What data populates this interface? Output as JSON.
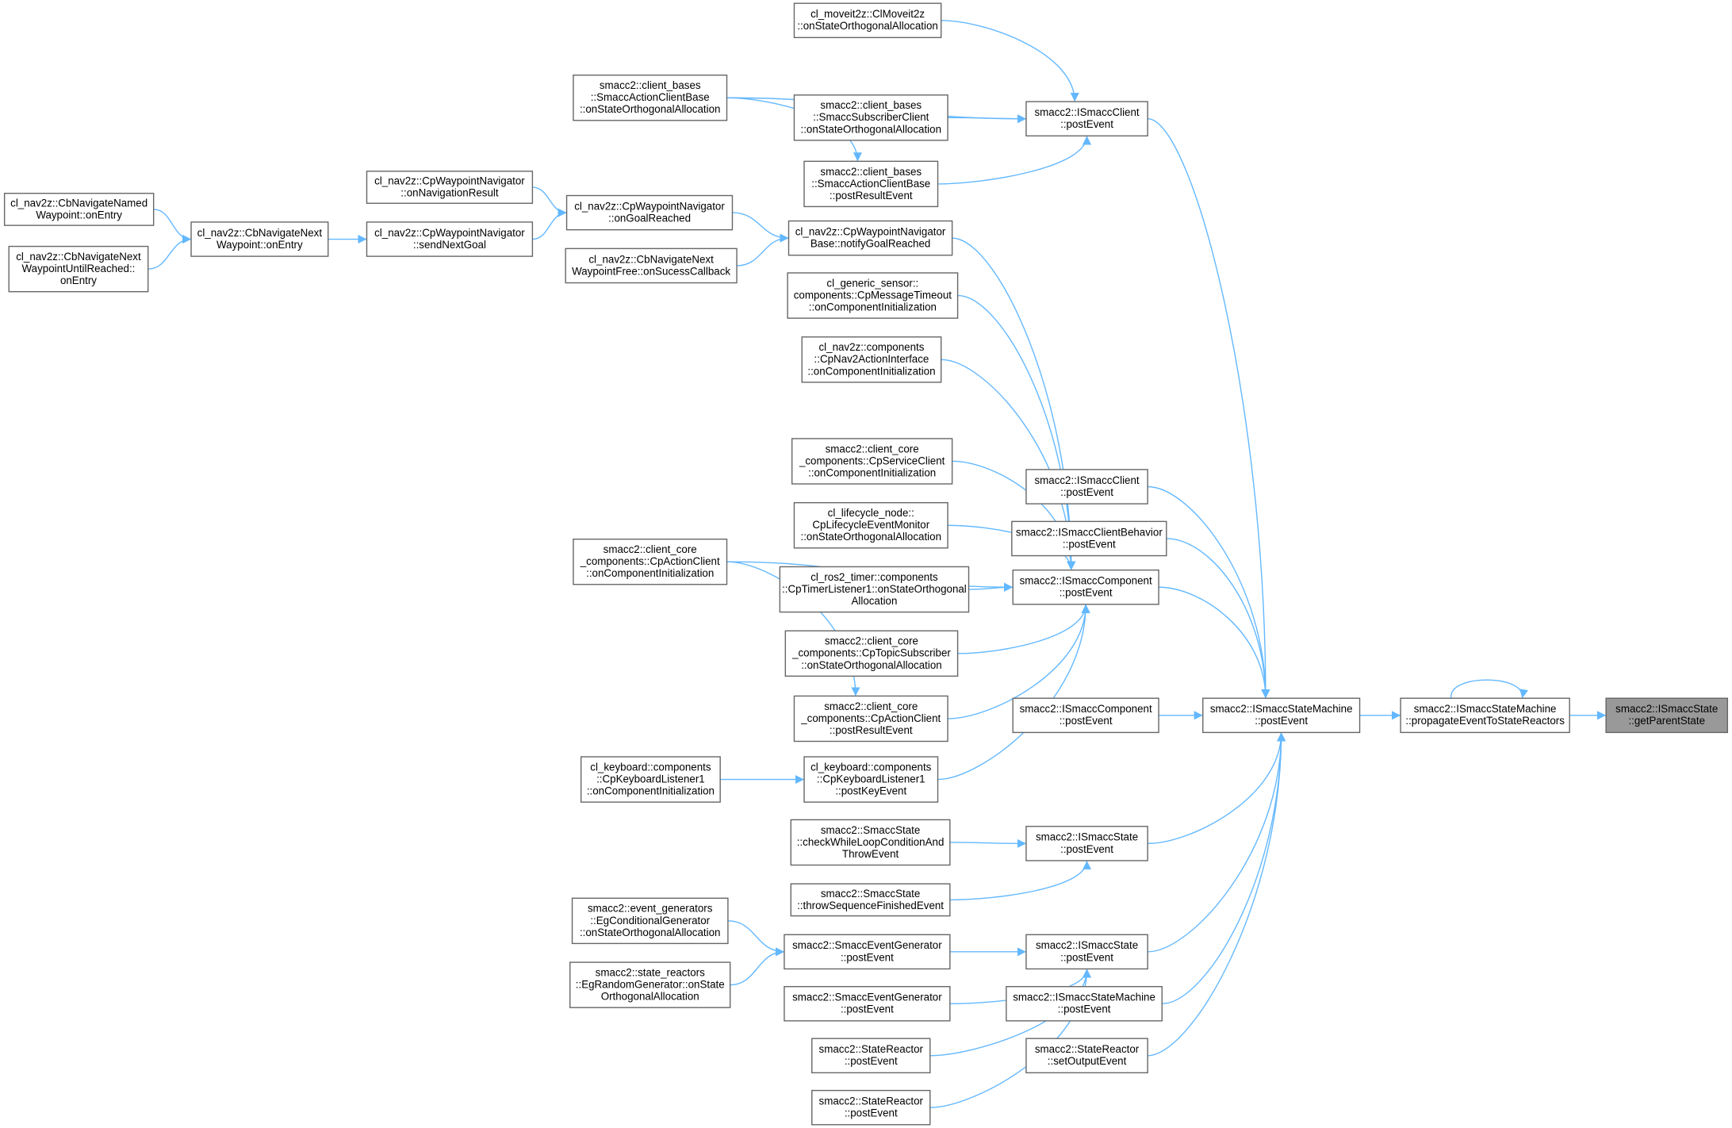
{
  "title": "Caller graph for smacc2::ISmaccState::getParentState",
  "colors": {
    "edge": "#63b8ff",
    "border": "#666666",
    "selected_fill": "#999999"
  },
  "nodes": [
    {
      "id": "moveit",
      "lines": [
        "cl_moveit2z::ClMoveit2z",
        "::onStateOrthogonalAllocation"
      ]
    },
    {
      "id": "acb_osa",
      "lines": [
        "smacc2::client_bases",
        "::SmaccActionClientBase",
        "::onStateOrthogonalAllocation"
      ]
    },
    {
      "id": "sub_osa",
      "lines": [
        "smacc2::client_bases",
        "::SmaccSubscriberClient",
        "::onStateOrthogonalAllocation"
      ]
    },
    {
      "id": "isc1",
      "lines": [
        "smacc2::ISmaccClient",
        "::postEvent"
      ]
    },
    {
      "id": "acb_pre",
      "lines": [
        "smacc2::client_bases",
        "::SmaccActionClientBase",
        "::postResultEvent"
      ]
    },
    {
      "id": "wpnav_nr",
      "lines": [
        "cl_nav2z::CpWaypointNavigator",
        "::onNavigationResult"
      ]
    },
    {
      "id": "named",
      "lines": [
        "cl_nav2z::CbNavigateNamed",
        "Waypoint::onEntry"
      ]
    },
    {
      "id": "ongoal",
      "lines": [
        "cl_nav2z::CpWaypointNavigator",
        "::onGoalReached"
      ]
    },
    {
      "id": "nextwp",
      "lines": [
        "cl_nav2z::CbNavigateNext",
        "Waypoint::onEntry"
      ]
    },
    {
      "id": "sendnext",
      "lines": [
        "cl_nav2z::CpWaypointNavigator",
        "::sendNextGoal"
      ]
    },
    {
      "id": "notify",
      "lines": [
        "cl_nav2z::CpWaypointNavigator",
        "Base::notifyGoalReached"
      ]
    },
    {
      "id": "free",
      "lines": [
        "cl_nav2z::CbNavigateNext",
        "WaypointFree::onSucessCallback"
      ]
    },
    {
      "id": "untilreached",
      "lines": [
        "cl_nav2z::CbNavigateNext",
        "WaypointUntilReached::",
        "onEntry"
      ]
    },
    {
      "id": "msgtimeout",
      "lines": [
        "cl_generic_sensor::",
        "components::CpMessageTimeout",
        "::onComponentInitialization"
      ]
    },
    {
      "id": "nav2ai",
      "lines": [
        "cl_nav2z::components",
        "::CpNav2ActionInterface",
        "::onComponentInitialization"
      ]
    },
    {
      "id": "srvclient",
      "lines": [
        "smacc2::client_core",
        "_components::CpServiceClient",
        "::onComponentInitialization"
      ]
    },
    {
      "id": "lifecycle",
      "lines": [
        "cl_lifecycle_node::",
        "CpLifecycleEventMonitor",
        "::onStateOrthogonalAllocation"
      ]
    },
    {
      "id": "acclient_init",
      "lines": [
        "smacc2::client_core",
        "_components::CpActionClient",
        "::onComponentInitialization"
      ]
    },
    {
      "id": "isc2",
      "lines": [
        "smacc2::ISmaccClient",
        "::postEvent"
      ]
    },
    {
      "id": "iscb",
      "lines": [
        "smacc2::ISmaccClientBehavior",
        "::postEvent"
      ]
    },
    {
      "id": "timer",
      "lines": [
        "cl_ros2_timer::components",
        "::CpTimerListener1::onStateOrthogonal",
        "Allocation"
      ]
    },
    {
      "id": "icomp",
      "lines": [
        "smacc2::ISmaccComponent",
        "::postEvent"
      ]
    },
    {
      "id": "topicsub",
      "lines": [
        "smacc2::client_core",
        "_components::CpTopicSubscriber",
        "::onStateOrthogonalAllocation"
      ]
    },
    {
      "id": "acclient_pre",
      "lines": [
        "smacc2::client_core",
        "_components::CpActionClient",
        "::postResultEvent"
      ]
    },
    {
      "id": "icomp2",
      "lines": [
        "smacc2::ISmaccComponent",
        "::postEvent"
      ]
    },
    {
      "id": "ism",
      "lines": [
        "smacc2::ISmaccStateMachine",
        "::postEvent"
      ]
    },
    {
      "id": "prop",
      "lines": [
        "smacc2::ISmaccStateMachine",
        "::propagateEventToStateReactors"
      ]
    },
    {
      "id": "getparent",
      "lines": [
        "smacc2::ISmaccState",
        "::getParentState"
      ],
      "selected": true
    },
    {
      "id": "kb_init",
      "lines": [
        "cl_keyboard::components",
        "::CpKeyboardListener1",
        "::onComponentInitialization"
      ]
    },
    {
      "id": "kb_post",
      "lines": [
        "cl_keyboard::components",
        "::CpKeyboardListener1",
        "::postKeyEvent"
      ]
    },
    {
      "id": "ss_check",
      "lines": [
        "smacc2::SmaccState",
        "::checkWhileLoopConditionAnd",
        "ThrowEvent"
      ]
    },
    {
      "id": "istate1",
      "lines": [
        "smacc2::ISmaccState",
        "::postEvent"
      ]
    },
    {
      "id": "ss_throw",
      "lines": [
        "smacc2::SmaccState",
        "::throwSequenceFinishedEvent"
      ]
    },
    {
      "id": "eg_cond",
      "lines": [
        "smacc2::event_generators",
        "::EgConditionalGenerator",
        "::onStateOrthogonalAllocation"
      ]
    },
    {
      "id": "seg1",
      "lines": [
        "smacc2::SmaccEventGenerator",
        "::postEvent"
      ]
    },
    {
      "id": "istate2",
      "lines": [
        "smacc2::ISmaccState",
        "::postEvent"
      ]
    },
    {
      "id": "random",
      "lines": [
        "smacc2::state_reactors",
        "::EgRandomGenerator::onState",
        "OrthogonalAllocation"
      ]
    },
    {
      "id": "seg2",
      "lines": [
        "smacc2::SmaccEventGenerator",
        "::postEvent"
      ]
    },
    {
      "id": "ismp",
      "lines": [
        "smacc2::ISmaccStateMachine",
        "::postEvent"
      ]
    },
    {
      "id": "sr1",
      "lines": [
        "smacc2::StateReactor",
        "::postEvent"
      ]
    },
    {
      "id": "setout",
      "lines": [
        "smacc2::StateReactor",
        "::setOutputEvent"
      ]
    },
    {
      "id": "sr2",
      "lines": [
        "smacc2::StateReactor",
        "::postEvent"
      ]
    }
  ],
  "edges": [
    [
      "moveit",
      "isc1"
    ],
    [
      "acb_osa",
      "isc1"
    ],
    [
      "sub_osa",
      "isc1"
    ],
    [
      "acb_pre",
      "isc1"
    ],
    [
      "acb_osa",
      "acb_pre"
    ],
    [
      "wpnav_nr",
      "ongoal"
    ],
    [
      "sendnext",
      "ongoal"
    ],
    [
      "named",
      "nextwp"
    ],
    [
      "untilreached",
      "nextwp"
    ],
    [
      "nextwp",
      "sendnext"
    ],
    [
      "ongoal",
      "notify"
    ],
    [
      "free",
      "notify"
    ],
    [
      "notify",
      "icomp"
    ],
    [
      "msgtimeout",
      "icomp"
    ],
    [
      "nav2ai",
      "icomp"
    ],
    [
      "acclient_init",
      "icomp"
    ],
    [
      "srvclient",
      "icomp"
    ],
    [
      "lifecycle",
      "icomp"
    ],
    [
      "timer",
      "icomp"
    ],
    [
      "topicsub",
      "icomp"
    ],
    [
      "acclient_pre",
      "icomp"
    ],
    [
      "kb_post",
      "icomp"
    ],
    [
      "acclient_init",
      "acclient_pre"
    ],
    [
      "kb_init",
      "kb_post"
    ],
    [
      "isc1",
      "ism"
    ],
    [
      "isc2",
      "ism"
    ],
    [
      "iscb",
      "ism"
    ],
    [
      "icomp",
      "ism"
    ],
    [
      "icomp2",
      "ism"
    ],
    [
      "istate1",
      "ism"
    ],
    [
      "istate2",
      "ism"
    ],
    [
      "ismp",
      "ism"
    ],
    [
      "setout",
      "ism"
    ],
    [
      "ism",
      "prop"
    ],
    [
      "prop",
      "prop"
    ],
    [
      "prop",
      "getparent"
    ],
    [
      "ss_check",
      "istate1"
    ],
    [
      "ss_throw",
      "istate1"
    ],
    [
      "eg_cond",
      "seg1"
    ],
    [
      "random",
      "seg1"
    ],
    [
      "seg1",
      "istate2"
    ],
    [
      "seg2",
      "istate2"
    ],
    [
      "sr1",
      "istate2"
    ],
    [
      "sr2",
      "istate2"
    ]
  ]
}
